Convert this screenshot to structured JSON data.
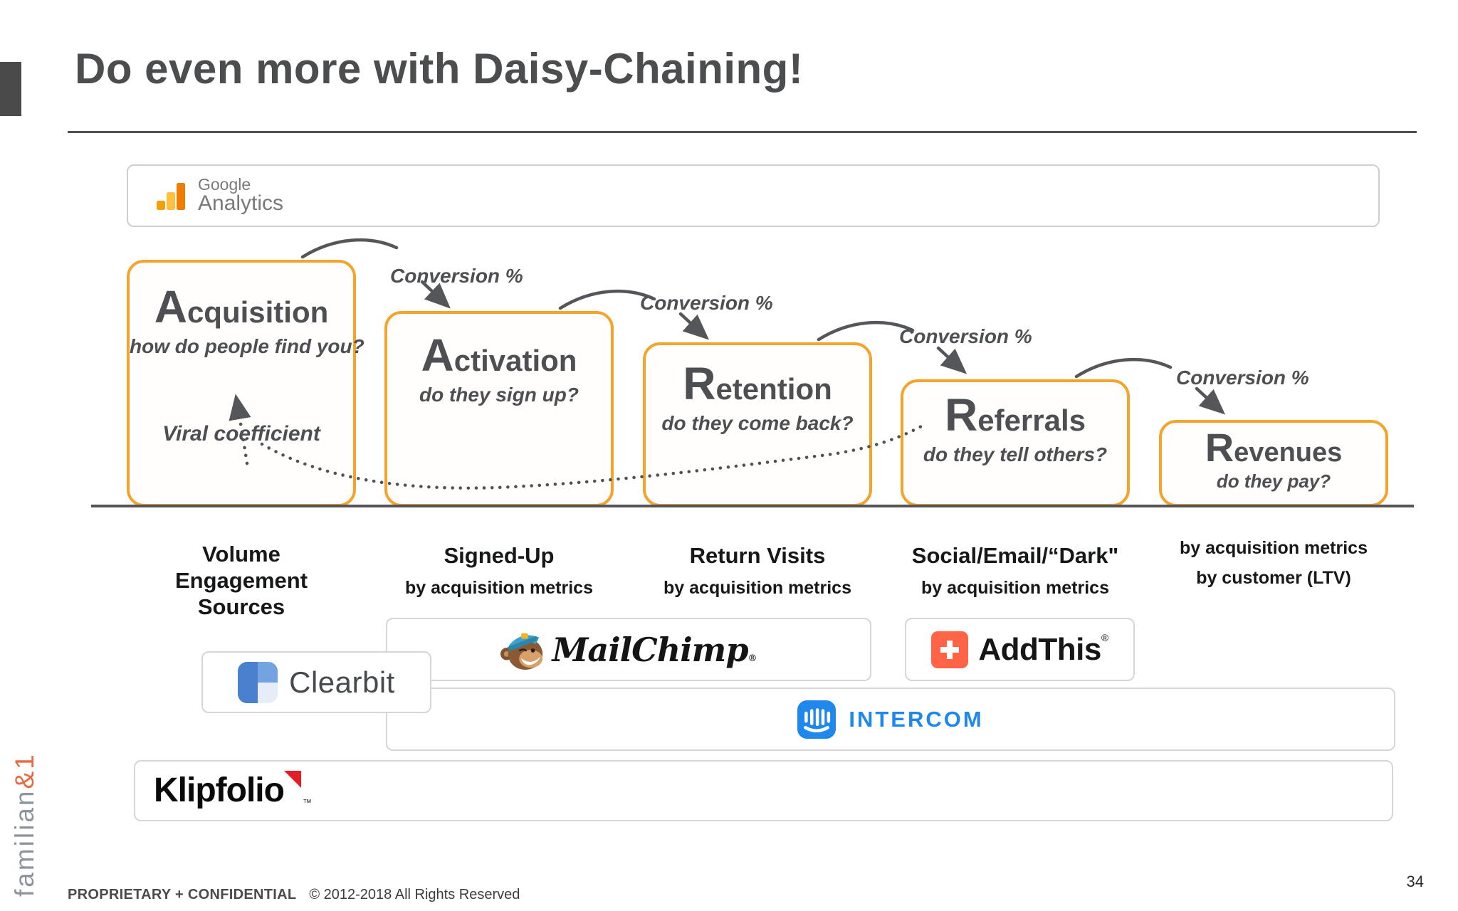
{
  "slide": {
    "title": "Do even more with Daisy-Chaining!",
    "page_number": "34",
    "footer": {
      "confidential": "PROPRIETARY + CONFIDENTIAL",
      "rights": "© 2012-2018 All Rights Reserved"
    },
    "brand": {
      "gray": "familian",
      "orange": "&1"
    }
  },
  "google_analytics": {
    "line1": "Google",
    "line2": "Analytics"
  },
  "funnel": {
    "accent_color": "#F2A42C",
    "line_color": "#54565a",
    "boxes": [
      {
        "initial": "A",
        "rest": "cquisition",
        "question": "how do people find you?"
      },
      {
        "initial": "A",
        "rest": "ctivation",
        "question": "do they sign up?"
      },
      {
        "initial": "R",
        "rest": "etention",
        "question": "do they come back?"
      },
      {
        "initial": "R",
        "rest": "eferrals",
        "question": "do they tell others?"
      },
      {
        "initial": "R",
        "rest": "evenues",
        "question": "do they pay?"
      }
    ],
    "conversion_labels": [
      "Conversion %",
      "Conversion %",
      "Conversion %",
      "Conversion %"
    ],
    "viral_label": "Viral coefficient"
  },
  "metrics_row": {
    "col1": [
      "Volume",
      "Engagement",
      "Sources"
    ],
    "col2": {
      "title": "Signed-Up",
      "sub": "by acquisition metrics"
    },
    "col3": {
      "title": "Return Visits",
      "sub": "by acquisition metrics"
    },
    "col4": {
      "title": "Social/Email/“Dark\"",
      "sub": "by acquisition metrics"
    },
    "col5": {
      "line1": "by acquisition metrics",
      "line2": "by customer (LTV)"
    }
  },
  "logos": {
    "mailchimp": "MailChimp",
    "mailchimp_mark": "®",
    "addthis": "AddThis",
    "addthis_mark": "®",
    "intercom": "INTERCOM",
    "klipfolio": "Klipfolio",
    "klipfolio_mark": "™",
    "clearbit": "Clearbit"
  },
  "colors": {
    "intercom_blue": "#2088EC",
    "addthis_red": "#FF6447",
    "klipfolio_red": "#E31E26",
    "clearbit_blue": "#4A80CE",
    "ga_yellow": "#F9B005",
    "ga_orange": "#EF7D00"
  }
}
